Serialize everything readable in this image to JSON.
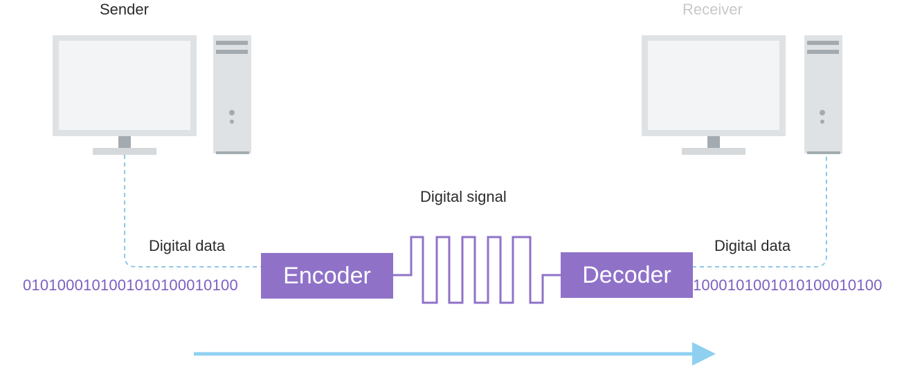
{
  "sender": {
    "title": "Sender",
    "data_label": "Digital data",
    "bits": "0101000101001010100010100"
  },
  "receiver": {
    "title": "Receiver",
    "data_label": "Digital data",
    "bits": "1000101001010100010100"
  },
  "encoder": {
    "label": "Encoder"
  },
  "decoder": {
    "label": "Decoder"
  },
  "signal": {
    "label": "Digital signal"
  },
  "colors": {
    "computer_body": "#e3e6e8",
    "computer_screen": "#f2f4f5",
    "computer_stand": "#9aa3a8",
    "codec_fill": "#8f72c8",
    "signal_line": "#8f72c8",
    "bits_text": "#7b5fc0",
    "dashed_link": "#8fc6e8",
    "flow_arrow": "#8fd0f0",
    "receiver_title": "#c8c8c8"
  },
  "icons": [
    "sender-monitor-icon",
    "sender-tower-icon",
    "receiver-monitor-icon",
    "receiver-tower-icon",
    "flow-arrow-icon"
  ]
}
